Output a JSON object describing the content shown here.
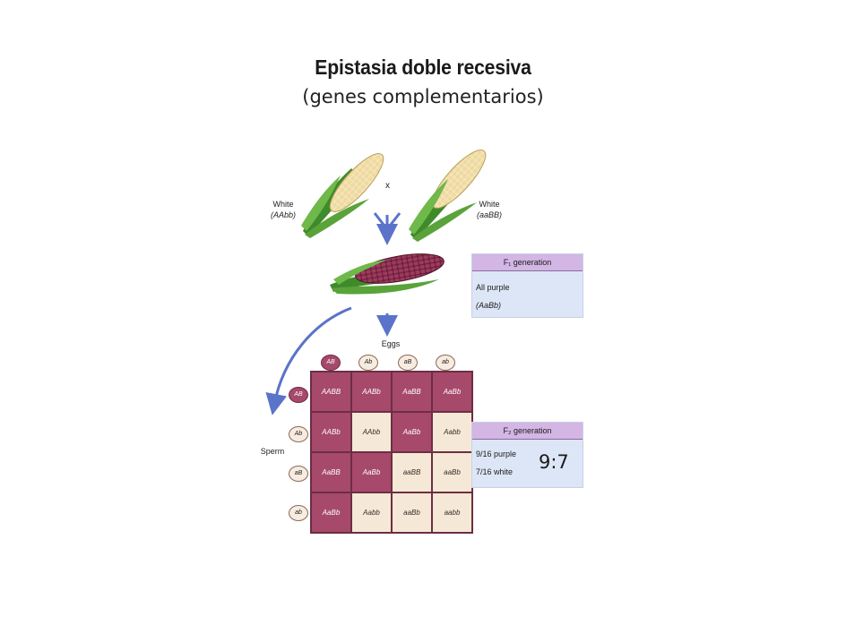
{
  "title": "Epistasia doble recesiva",
  "subtitle": "(genes complementarios)",
  "parent_left": {
    "label": "White",
    "genotype": "(AAbb)"
  },
  "parent_right": {
    "label": "White",
    "genotype": "(aaBB)"
  },
  "cross_symbol": "x",
  "f1": {
    "heading": "F₁ generation",
    "line1": "All purple",
    "line2": "(AaBb)"
  },
  "eggs_label": "Eggs",
  "sperm_label": "Sperm",
  "egg_gametes": [
    "AB",
    "Ab",
    "aB",
    "ab"
  ],
  "sperm_gametes": [
    "AB",
    "Ab",
    "aB",
    "ab"
  ],
  "punnett": [
    [
      {
        "g": "AABB",
        "c": "purple"
      },
      {
        "g": "AABb",
        "c": "purple"
      },
      {
        "g": "AaBB",
        "c": "purple"
      },
      {
        "g": "AaBb",
        "c": "purple"
      }
    ],
    [
      {
        "g": "AABb",
        "c": "purple"
      },
      {
        "g": "AAbb",
        "c": "white"
      },
      {
        "g": "AaBb",
        "c": "purple"
      },
      {
        "g": "Aabb",
        "c": "white"
      }
    ],
    [
      {
        "g": "AaBB",
        "c": "purple"
      },
      {
        "g": "AaBb",
        "c": "purple"
      },
      {
        "g": "aaBB",
        "c": "white"
      },
      {
        "g": "aaBb",
        "c": "white"
      }
    ],
    [
      {
        "g": "AaBb",
        "c": "purple"
      },
      {
        "g": "Aabb",
        "c": "white"
      },
      {
        "g": "aaBb",
        "c": "white"
      },
      {
        "g": "aabb",
        "c": "white"
      }
    ]
  ],
  "f2": {
    "heading": "F₂ generation",
    "line1": "9/16 purple",
    "line2": "7/16 white",
    "ratio": "9:7"
  },
  "colors": {
    "purple": "#a6496a",
    "white_kernel": "#f6e8d6",
    "arrow": "#5b73c9",
    "header": "#d3b6e4",
    "box": "#dde6f6"
  }
}
